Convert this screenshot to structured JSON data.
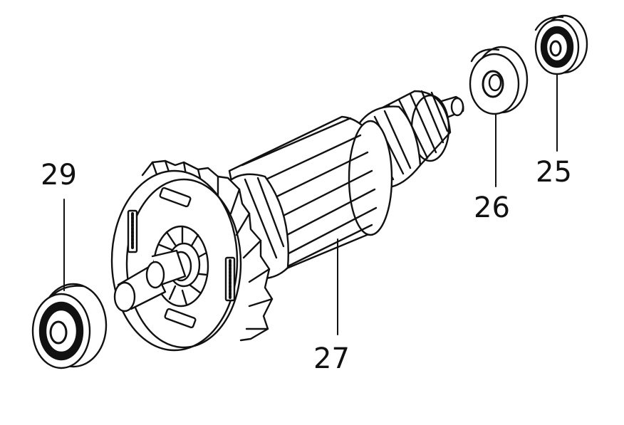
{
  "callouts": {
    "part_29": "29",
    "part_27": "27",
    "part_26": "26",
    "part_25": "25"
  },
  "colors": {
    "line": "#111111",
    "background": "#ffffff"
  }
}
